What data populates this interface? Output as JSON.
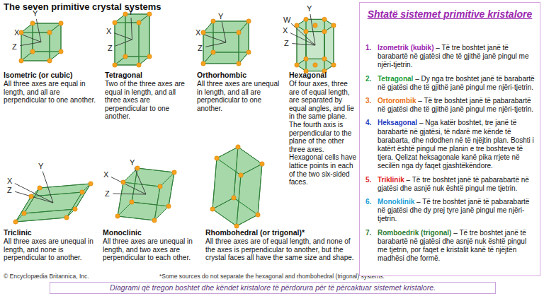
{
  "diagram": {
    "title": "The seven primitive crystal systems",
    "caption": "Diagrami që tregon boshtet dhe këndet kristalore të përdorura për të përcaktuar sistemet kristalore.",
    "nodes": [
      {
        "text": [
          "Shtatë sistemet primitive kristalore",
          "1.",
          "Izometrik (kubik)",
          "– Të tre boshtet janë të barabartë në gjatësi dhe të gjithë janë pingul me njëri-tjetrin.",
          "2.",
          "Tetragonal",
          "– Dy nga tre boshtet janë të barabartë në gjatësi dhe të gjithë janë pingul me njëri-tjetrin.",
          "3.",
          "Ortorombik",
          "– Të tre boshtet janë të pabarabartë në gjatësi dhe të gjithë janë pingul me njëri-tjetrin.",
          "4.",
          "Heksagonal",
          "– Nga katër boshtet, tre janë të barabartë në gjatësi, të ndarë me kënde të barabarta, dhe ndodhen në të njëjtin plan. Boshti i katërt është pingul me planin e tre boshteve të tjera. Qelizat heksagonale kanë pika rrjete në secilën nga dy faqet gjashtëkëndore.",
          "5.",
          "Triklinik",
          "– Të tre boshtet janë të pabarabartë në gjatësi dhe asnjë nuk është pingul me tjetrin.",
          "6.",
          "Monoklinik",
          "– Të tre boshtet janë të pabarabartë në gjatësi dhe dy prej tyre janë pingul me njëri-tjetrin.",
          "7.",
          "Romboedrik (trigonal)",
          "– Të tre boshtet janë të barabartë në gjatësi dhe asnjë nuk është pingul me tjetrin, por faqet e kristalit kanë të njëjtën madhësi dhe formë."
        ]
      }
    ],
    "labels": [
      "X",
      "Y",
      "Z",
      "Isometric (or cubic)",
      "All three axes are equal in length, and all are perpendicular to one another.",
      "X",
      "Y",
      "Z",
      "Tetragonal",
      "Two of the three axes are equal in length, and all three axes are perpendicular to one another.",
      "X",
      "Y",
      "Z",
      "Orthorhombic",
      "All three axes are unequal in length, and all are perpendicular to one another.",
      "W",
      "X",
      "Y",
      "Z",
      "Hexagonal",
      "Of four axes, three are of equal length, are separated by equal angles, and lie in the same plane. The fourth axis is perpendicular to the plane of the other three axes. Hexagonal cells have lattice points in each of the two six-sided faces.",
      "X",
      "Y",
      "Z",
      "Triclinic",
      "All three axes are unequal in length, and none is perpendicular to another.",
      "X",
      "Y",
      "Z",
      "Monoclinic",
      "All three axes are unequal in length, and two axes are perpendicular to each other.",
      "Rhombohedral (or trigonal)*",
      "All three axes are of equal length, and none of the axes is perpendicular to another, but the crystal faces all have the same size and shape.",
      "© Encyclopædia Britannica, Inc.",
      "*Some sources do not separate the hexagonal and rhombohedral (trigonal) systems."
    ]
  }
}
